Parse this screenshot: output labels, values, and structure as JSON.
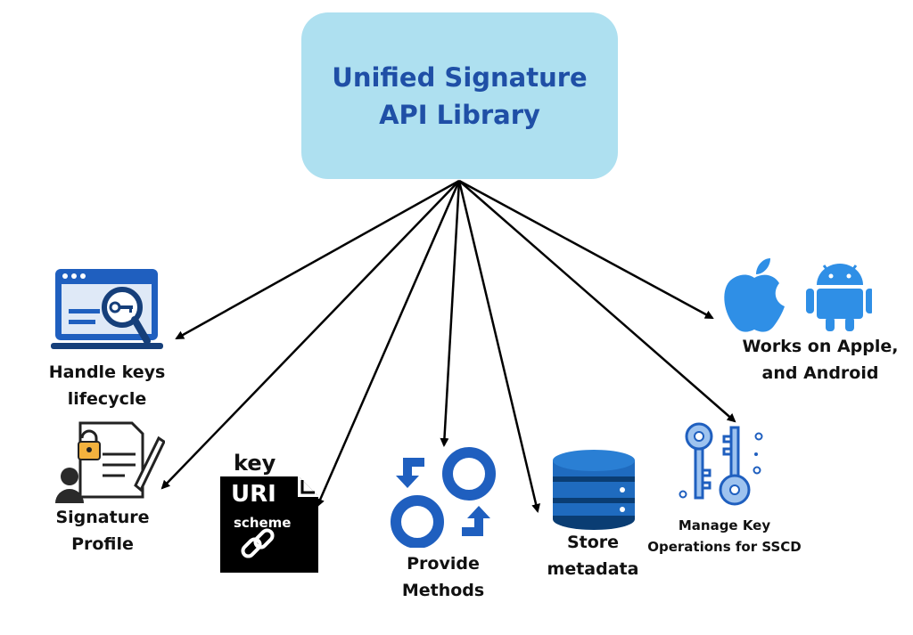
{
  "hub": {
    "line1": "Unified Signature",
    "line2": "API Library"
  },
  "nodes": [
    {
      "id": "keys",
      "line1": "Handle keys",
      "line2": "lifecycle",
      "icon": "browser-key-search-icon"
    },
    {
      "id": "profile",
      "line1": "Signature",
      "line2": "Profile",
      "icon": "locked-document-signing-icon"
    },
    {
      "id": "uri",
      "badge_top": "key",
      "badge_main": "URI",
      "badge_sub": "scheme",
      "icon": "link-icon"
    },
    {
      "id": "methods",
      "line1": "Provide",
      "line2": "Methods",
      "icon": "cycle-arrows-icon"
    },
    {
      "id": "metadata",
      "line1": "Store",
      "line2": "metadata",
      "icon": "database-icon"
    },
    {
      "id": "sscd",
      "line1": "Manage Key",
      "line2": "Operations for SSCD",
      "icon": "keys-icon"
    },
    {
      "id": "platforms",
      "line1": "Works on Apple,",
      "line2": "and Android",
      "icon": "apple-android-icons"
    }
  ],
  "colors": {
    "hub_fill": "#aee0f0",
    "hub_text": "#1f4fa6",
    "icon_blue": "#1f5fbf",
    "icon_dark": "#163f7a",
    "arrow": "#000000"
  }
}
